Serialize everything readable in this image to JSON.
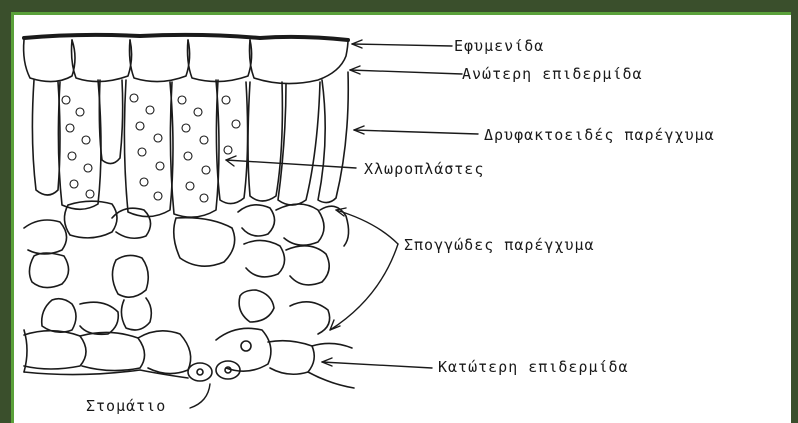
{
  "labels": {
    "cuticle": "Εφυμενίδα",
    "upper_epidermis": "Ανώτερη επιδερμίδα",
    "palisade": "Δρυφακτοειδές παρέγχυμα",
    "chloroplasts": "Χλωροπλάστες",
    "spongy": "Σπογγώδες παρέγχυμα",
    "lower_epidermis": "Κατώτερη επιδερμίδα",
    "stoma": "Στομάτιο"
  },
  "colors": {
    "ink": "#1a1a1a",
    "frame": "#3a4f2c",
    "accent": "#5aa13a"
  }
}
